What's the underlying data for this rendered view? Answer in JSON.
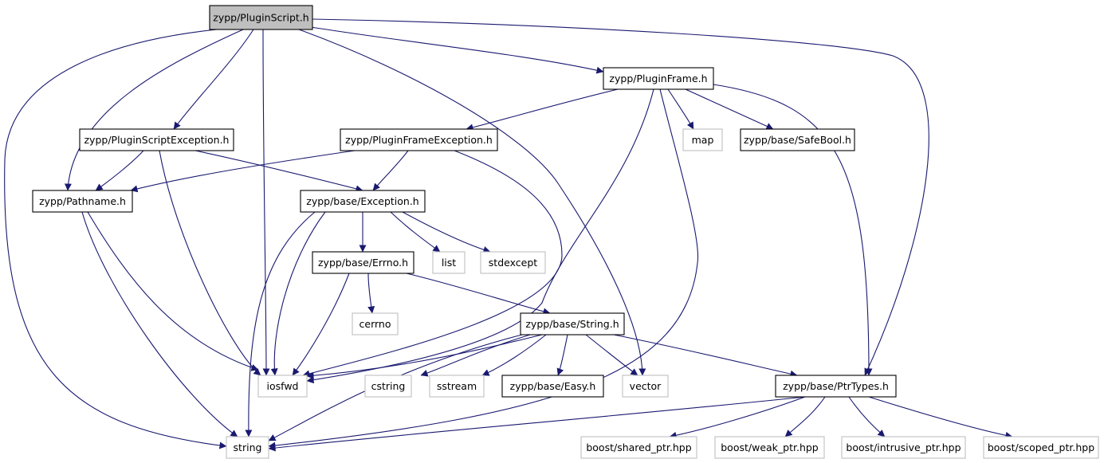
{
  "colors": {
    "edge": "#191970",
    "root_fill": "#bfbfbf",
    "local_border": "#000000",
    "system_border": "#bfbfbf",
    "background": "#ffffff"
  },
  "nodes": [
    {
      "id": "root",
      "label": "zypp/PluginScript.h",
      "kind": "root"
    },
    {
      "id": "pluginframe",
      "label": "zypp/PluginFrame.h",
      "kind": "local"
    },
    {
      "id": "pluginscriptexc",
      "label": "zypp/PluginScriptException.h",
      "kind": "local"
    },
    {
      "id": "pluginframeexc",
      "label": "zypp/PluginFrameException.h",
      "kind": "local"
    },
    {
      "id": "map",
      "label": "map",
      "kind": "system"
    },
    {
      "id": "safebool",
      "label": "zypp/base/SafeBool.h",
      "kind": "local"
    },
    {
      "id": "pathname",
      "label": "zypp/Pathname.h",
      "kind": "local"
    },
    {
      "id": "exception",
      "label": "zypp/base/Exception.h",
      "kind": "local"
    },
    {
      "id": "errno",
      "label": "zypp/base/Errno.h",
      "kind": "local"
    },
    {
      "id": "list",
      "label": "list",
      "kind": "system"
    },
    {
      "id": "stdexcept",
      "label": "stdexcept",
      "kind": "system"
    },
    {
      "id": "cerrno",
      "label": "cerrno",
      "kind": "system"
    },
    {
      "id": "string_h",
      "label": "zypp/base/String.h",
      "kind": "local"
    },
    {
      "id": "iosfwd",
      "label": "iosfwd",
      "kind": "system"
    },
    {
      "id": "cstring",
      "label": "cstring",
      "kind": "system"
    },
    {
      "id": "sstream",
      "label": "sstream",
      "kind": "system"
    },
    {
      "id": "easy",
      "label": "zypp/base/Easy.h",
      "kind": "local"
    },
    {
      "id": "vector",
      "label": "vector",
      "kind": "system"
    },
    {
      "id": "ptrtypes",
      "label": "zypp/base/PtrTypes.h",
      "kind": "local"
    },
    {
      "id": "string",
      "label": "string",
      "kind": "system"
    },
    {
      "id": "shared_ptr",
      "label": "boost/shared_ptr.hpp",
      "kind": "system"
    },
    {
      "id": "weak_ptr",
      "label": "boost/weak_ptr.hpp",
      "kind": "system"
    },
    {
      "id": "intrusive_ptr",
      "label": "boost/intrusive_ptr.hpp",
      "kind": "system"
    },
    {
      "id": "scoped_ptr",
      "label": "boost/scoped_ptr.hpp",
      "kind": "system"
    }
  ],
  "edges": [
    [
      "root",
      "pluginframe"
    ],
    [
      "root",
      "pluginscriptexc"
    ],
    [
      "root",
      "pathname"
    ],
    [
      "root",
      "iosfwd"
    ],
    [
      "root",
      "vector"
    ],
    [
      "root",
      "ptrtypes"
    ],
    [
      "root",
      "string"
    ],
    [
      "pluginframe",
      "pluginframeexc"
    ],
    [
      "pluginframe",
      "map"
    ],
    [
      "pluginframe",
      "safebool"
    ],
    [
      "pluginframe",
      "ptrtypes"
    ],
    [
      "pluginframe",
      "iosfwd"
    ],
    [
      "pluginframe",
      "string"
    ],
    [
      "pluginscriptexc",
      "pathname"
    ],
    [
      "pluginscriptexc",
      "exception"
    ],
    [
      "pluginscriptexc",
      "iosfwd"
    ],
    [
      "pluginframeexc",
      "pathname"
    ],
    [
      "pluginframeexc",
      "exception"
    ],
    [
      "pluginframeexc",
      "iosfwd"
    ],
    [
      "pathname",
      "iosfwd"
    ],
    [
      "pathname",
      "string"
    ],
    [
      "exception",
      "errno"
    ],
    [
      "exception",
      "list"
    ],
    [
      "exception",
      "stdexcept"
    ],
    [
      "exception",
      "iosfwd"
    ],
    [
      "exception",
      "string"
    ],
    [
      "errno",
      "cerrno"
    ],
    [
      "errno",
      "string_h"
    ],
    [
      "errno",
      "iosfwd"
    ],
    [
      "string_h",
      "iosfwd"
    ],
    [
      "string_h",
      "cstring"
    ],
    [
      "string_h",
      "sstream"
    ],
    [
      "string_h",
      "easy"
    ],
    [
      "string_h",
      "vector"
    ],
    [
      "string_h",
      "ptrtypes"
    ],
    [
      "string_h",
      "string"
    ],
    [
      "ptrtypes",
      "string"
    ],
    [
      "ptrtypes",
      "shared_ptr"
    ],
    [
      "ptrtypes",
      "weak_ptr"
    ],
    [
      "ptrtypes",
      "intrusive_ptr"
    ],
    [
      "ptrtypes",
      "scoped_ptr"
    ]
  ]
}
